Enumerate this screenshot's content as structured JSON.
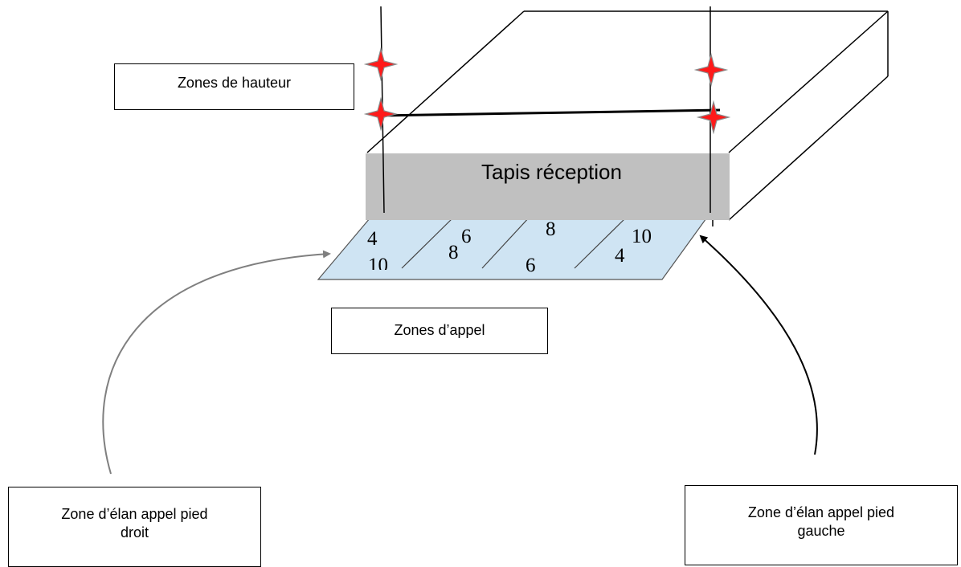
{
  "labels": {
    "height_zones": "Zones de hauteur",
    "landing_mat": "Tapis réception",
    "takeoff_zones": "Zones d’appel",
    "run_up_right": [
      "Zone d’élan appel pied",
      "droit"
    ],
    "run_up_left": [
      "Zone d’élan appel pied",
      "gauche"
    ]
  },
  "takeoff_zone_numbers": {
    "zone_1": [
      "4",
      "10"
    ],
    "zone_2": [
      "8",
      "6"
    ],
    "zone_3": [
      "8",
      "6"
    ],
    "zone_4": [
      "4",
      "10"
    ]
  },
  "colors": {
    "mat": "#c0c0c0",
    "takeoff_area_fill": "#cfe4f3",
    "takeoff_area_stroke": "#555555",
    "marker": "#ff1a1a",
    "right_arrow": "#7f7f7f",
    "left_arrow": "#000000"
  },
  "icons": {
    "height_marker": "red-four-point-star-icon"
  }
}
